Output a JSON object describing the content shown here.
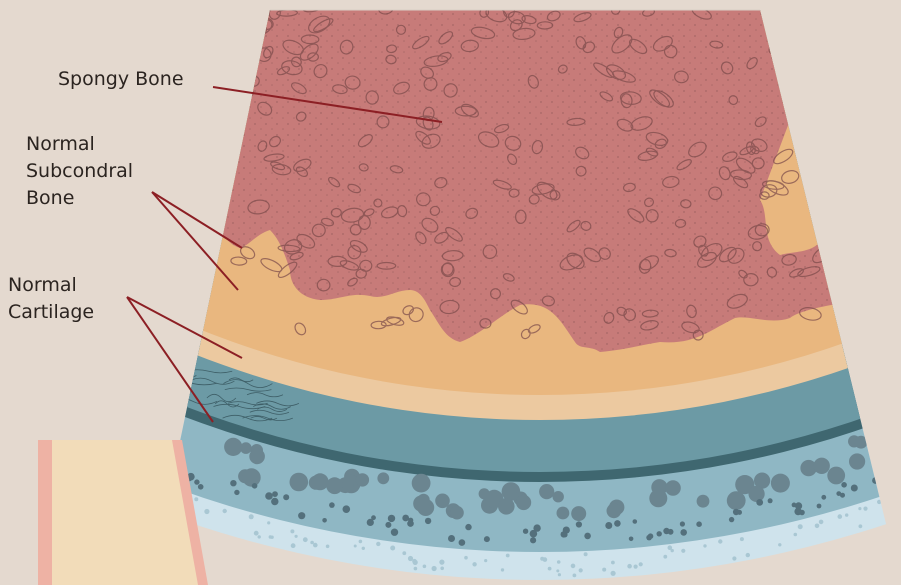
{
  "labels": {
    "spongy_bone": "Spongy Bone",
    "subchondral": {
      "line1": "Normal",
      "line2": "Subcondral",
      "line3": "Bone"
    },
    "cartilage": {
      "line1": "Normal",
      "line2": "Cartilage"
    }
  },
  "colors": {
    "background": "#e4d9cf",
    "spongy_bone": "#c77b79",
    "subchondral_bone": "#e9b77f",
    "subchondral_outer": "#ecc9a0",
    "cartilage_deep": "#6c9aa5",
    "tidemark": "#3f6770",
    "cartilage_middle": "#8fb7c4",
    "cartilage_surface": "#cfe3ec",
    "leader_line": "#8c1f24",
    "inset_tissue": "#f2dcb9",
    "inset_border": "#eeb2a4"
  }
}
